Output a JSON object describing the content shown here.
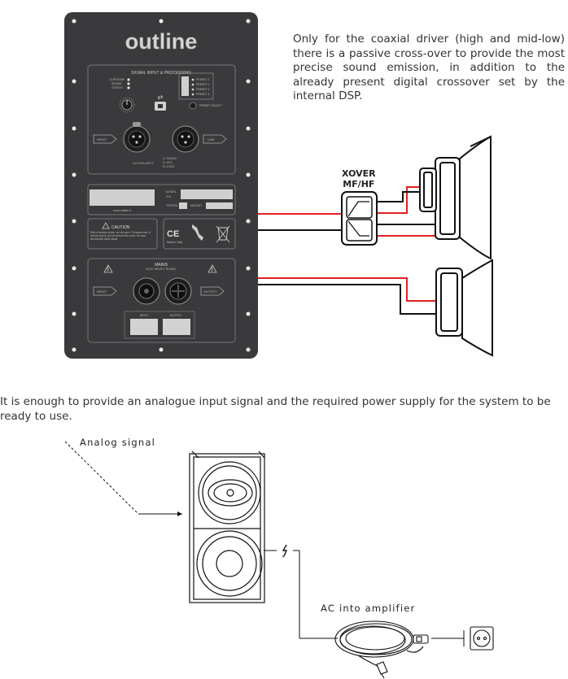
{
  "panel": {
    "brand": "outline",
    "section_signal": "SIGNAL INPUT & PROCESSING",
    "leds": [
      "CLIP/TEMP",
      "SIGNAL",
      "STATUS"
    ],
    "presets": [
      "PRESET 1",
      "PRESET 2",
      "PRESET 3",
      "PRESET 4"
    ],
    "preset_button": "PRESET SELECT",
    "input_label": "INPUT",
    "link_label": "LINK",
    "polarity_label": "CLS POLARITY",
    "polarity_options": [
      "1= SINGLE",
      "2= HOT",
      "3= COLD"
    ],
    "model_label": "MODEL",
    "sn_label": "S.N.",
    "tested_label": "TESTED",
    "weight_label": "WEIGHT",
    "website": "www.outline.it",
    "caution_title": "CAUTION",
    "caution_text": "Risk of electric shock, do not open. To reduce risk of electric shock, do not remove the cover. No user serviceable parts inside.",
    "made_in": "Made in Italy",
    "mains_title": "MAINS",
    "mains_sub": "AUTO SELECT 90-264V",
    "mains_input": "INPUT",
    "mains_output": "OUTPUT"
  },
  "xover_label": "XOVER",
  "xover_sub": "MF/HF",
  "paragraph_top": "Only for the coaxial driver (high and mid-low) there is a passive cross-over to provide the most precise sound emission, in addition to the already present digital crossover set by the internal DSP.",
  "paragraph_bottom": "It is enough to provide an analogue input signal and the required power supply for the system to be ready to use.",
  "label_analog": "Analog signal",
  "label_ac": "AC into amplifier",
  "colors": {
    "panel": "#3a3a3c",
    "panel_dark": "#2a2a2c",
    "wire_red": "#e02020",
    "wire_black": "#111111"
  }
}
